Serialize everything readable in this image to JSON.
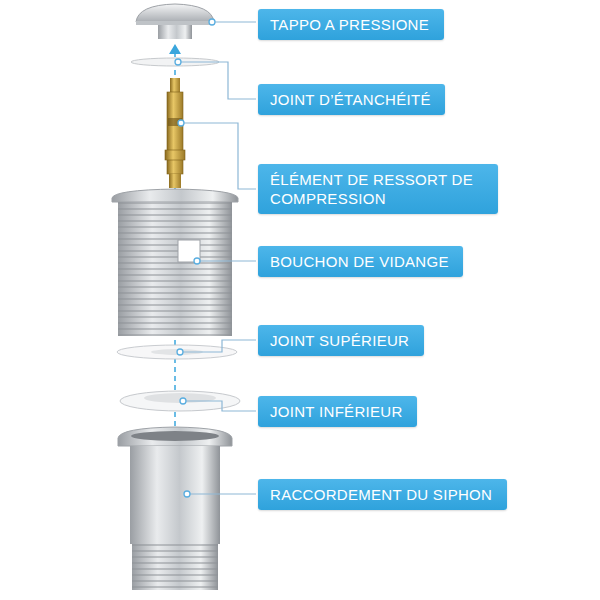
{
  "diagram": {
    "nodes": [
      {
        "text": [
          "TAPPO A PRESSIONE"
        ]
      },
      {
        "text": [
          "JOINT D’ÉTANCHÉITÉ"
        ]
      },
      {
        "text": [
          "ÉLÉMENT DE RESSORT DE COMPRESSION"
        ]
      },
      {
        "text": [
          "BOUCHON DE VIDANGE"
        ]
      },
      {
        "text": [
          "JOINT SUPÉRIEUR"
        ]
      },
      {
        "text": [
          "JOINT INFÉRIEUR"
        ]
      },
      {
        "text": [
          "RACCORDEMENT DU SIPHON"
        ]
      }
    ]
  }
}
